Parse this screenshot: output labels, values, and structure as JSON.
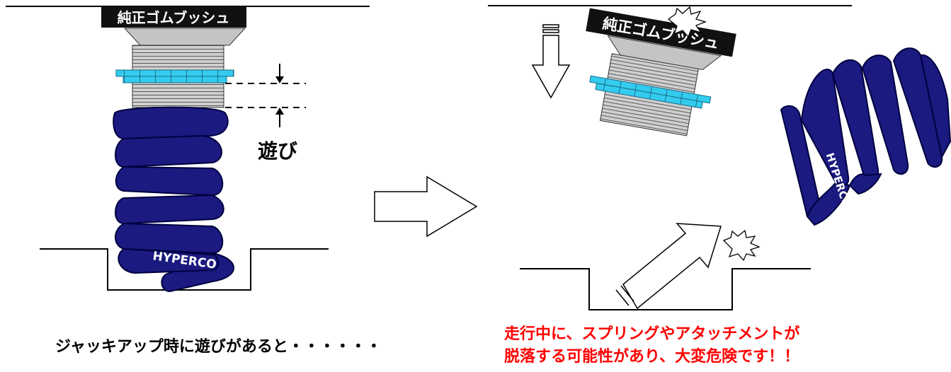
{
  "diagram": {
    "bushing_label": "純正ゴムブッシュ",
    "play_label": "遊び",
    "spring_brand": "HYPERCO",
    "left_caption": "ジャッキアップ時に遊びがあると・・・・・・",
    "right_caption_line1": "走行中に、スプリングやアタッチメントが",
    "right_caption_line2": "脱落する可能性があり、大変危険です！！"
  },
  "colors": {
    "spring": "#1a1a80",
    "spring_edge": "#000040",
    "collar": "#33ccee",
    "bushing_body": "#c8c8c8",
    "label_bg": "#111111",
    "warning_text": "#ff0000"
  }
}
